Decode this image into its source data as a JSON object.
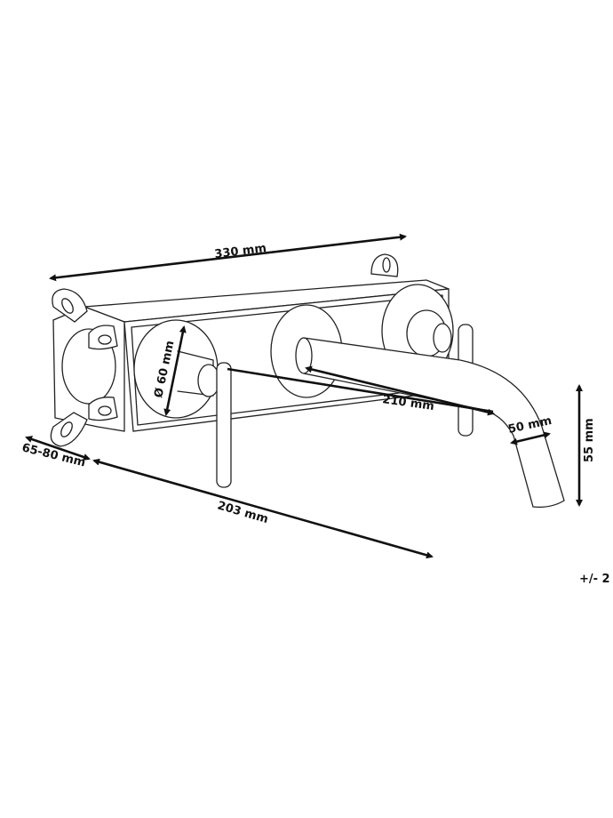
{
  "title": "Wall-mounted basin mixer dimensions",
  "dimensions": {
    "length_box": "330 mm",
    "diameter_plate": "Ø 60 mm",
    "spout_length": "210 mm",
    "spout_width": "50 mm",
    "spout_height": "55 mm",
    "depth_range": "65-80 mm",
    "handle_projection": "203 mm"
  },
  "tolerance": "+/- 2 cm",
  "colors": {
    "line": "#222222",
    "background": "#ffffff"
  }
}
